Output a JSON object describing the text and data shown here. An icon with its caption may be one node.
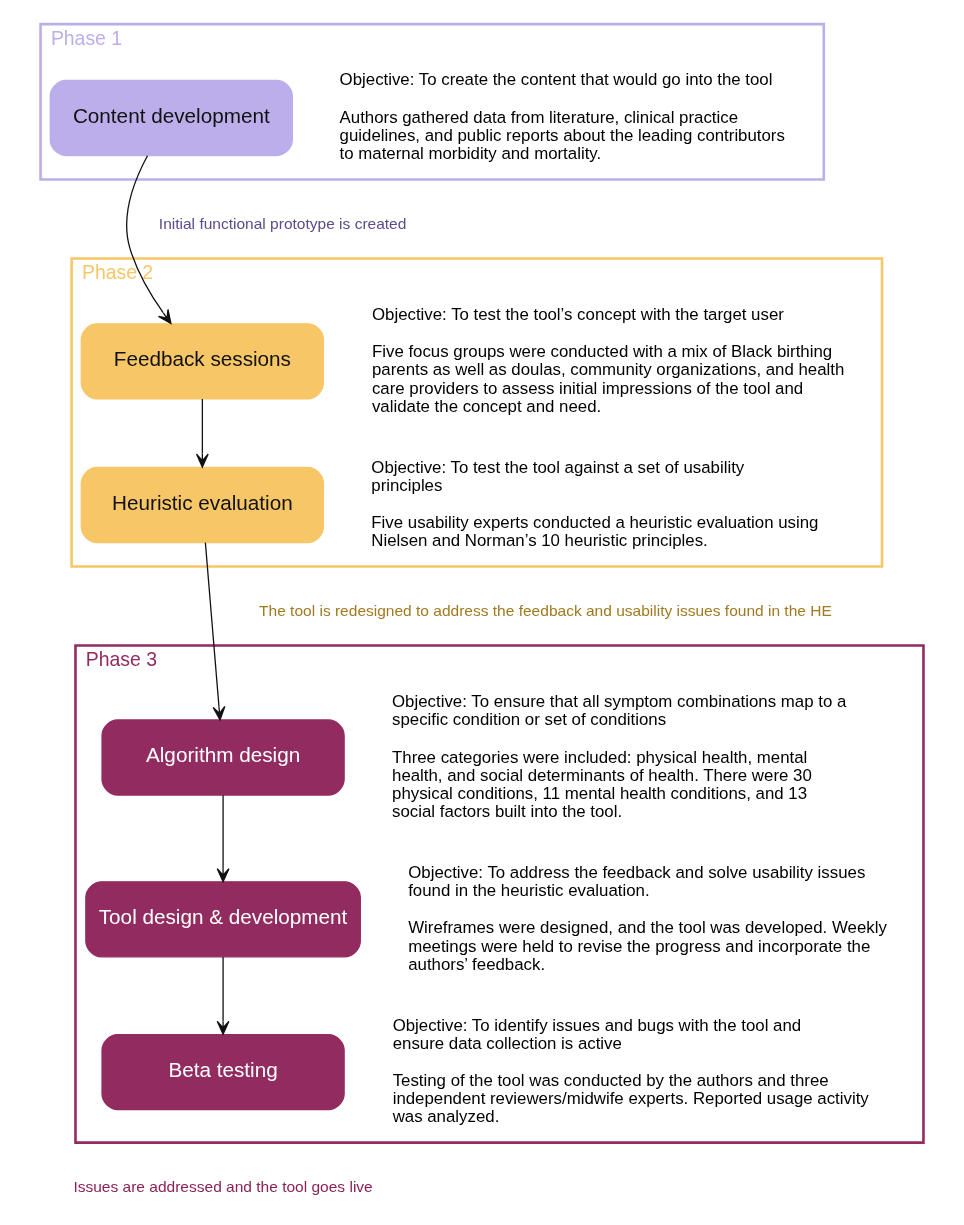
{
  "diagram": {
    "nodes": [
      {
        "text": [
          "Phase 1"
        ]
      },
      {
        "text": [
          "Content development"
        ],
        "in": 0,
        "beside": [
          "Objective: To create the content that would go into the tool",
          "Authors gathered data from literature, clinical practice guidelines, and public reports about the leading contributors to maternal morbidity and mortality."
        ]
      },
      {
        "text": [
          "Phase 2"
        ]
      },
      {
        "text": [
          "Feedback sessions"
        ],
        "in": 2,
        "beside": [
          "Objective: To test the tool’s concept with the target user",
          "Five focus groups were conducted with a mix of Black birthing parents as well as doulas, community organizations, and health care providers to assess initial impressions of the tool and validate the concept and need."
        ]
      },
      {
        "text": [
          "Heuristic evaluation"
        ],
        "in": 2,
        "beside": [
          "Objective: To test the tool against a set of usability principles",
          "Five usability experts conducted a heuristic evaluation using Nielsen and Norman’s 10 heuristic principles."
        ]
      },
      {
        "text": [
          "Phase 3"
        ]
      },
      {
        "text": [
          "Algorithm design"
        ],
        "in": 5,
        "beside": [
          "Objective: To ensure that all symptom combinations map to a specific condition or set of conditions",
          "Three categories were included: physical health, mental health, and social determinants of health. There were 30 physical conditions, 11 mental health conditions, and 13 social factors built into the tool."
        ]
      },
      {
        "text": [
          "Tool design & development"
        ],
        "in": 5,
        "beside": [
          "Objective: To address the feedback and solve usability issues found in the heuristic evaluation.",
          "Wireframes were designed, and the tool was developed. Weekly meetings were held to revise the progress and incorporate the authors’ feedback."
        ]
      },
      {
        "text": [
          "Beta testing"
        ],
        "in": 5,
        "beside": [
          "Objective: To identify issues and bugs with the tool and ensure data collection is active",
          "Testing of the tool was conducted by the authors and three independent reviewers/midwife experts. Reported usage activity was analyzed."
        ]
      }
    ],
    "edges": [
      {
        "from": 1,
        "to": 3,
        "arrow": "to"
      },
      {
        "from": 3,
        "to": 4,
        "arrow": "to"
      },
      {
        "from": 4,
        "to": 6,
        "arrow": "to"
      },
      {
        "from": 6,
        "to": 7,
        "arrow": "to"
      },
      {
        "from": 7,
        "to": 8,
        "arrow": "to"
      }
    ],
    "labels": [
      "Initial functional prototype is created",
      "The tool is redesigned to address the feedback and usability issues found in the HE",
      "Issues are addressed and the tool goes live"
    ]
  }
}
